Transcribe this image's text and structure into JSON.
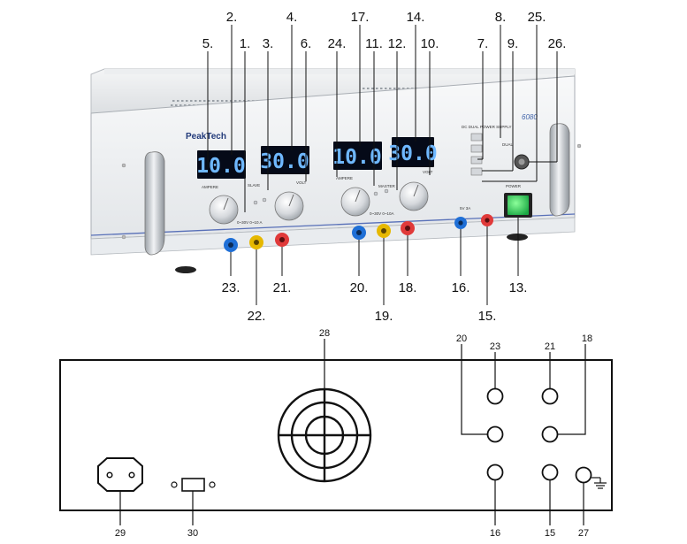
{
  "front_panel": {
    "brand": "PeakTech",
    "model": "6080",
    "panel_title": "DC DUAL POWER SUPPLY",
    "displays": [
      {
        "id": "slave-ampere-display",
        "value": "10.0"
      },
      {
        "id": "slave-volt-display",
        "value": "30.0"
      },
      {
        "id": "master-ampere-display",
        "value": "10.0"
      },
      {
        "id": "master-volt-display",
        "value": "30.0"
      }
    ],
    "panel_text": {
      "ampere_left": "AMPERE",
      "slave": "SLAVE",
      "volt_left": "VOLT",
      "ampere_right": "AMPERE",
      "master": "MASTER",
      "volt_right": "VOLT",
      "range_left": "0~30V 0~10 A",
      "range_right": "0~30V 0~10A",
      "fixed": "5V 3A",
      "power": "POWER",
      "dual": "DUAL"
    }
  },
  "front_callouts": [
    "2.",
    "4.",
    "17.",
    "14.",
    "8.",
    "25.",
    "5.",
    "1.",
    "3.",
    "6.",
    "24.",
    "11.",
    "12.",
    "10.",
    "7.",
    "9.",
    "26.",
    "23.",
    "22.",
    "21.",
    "20.",
    "19.",
    "18.",
    "16.",
    "15.",
    "13."
  ],
  "back_callouts": [
    "28",
    "20",
    "23",
    "21",
    "18",
    "29",
    "30",
    "16",
    "15",
    "27"
  ]
}
